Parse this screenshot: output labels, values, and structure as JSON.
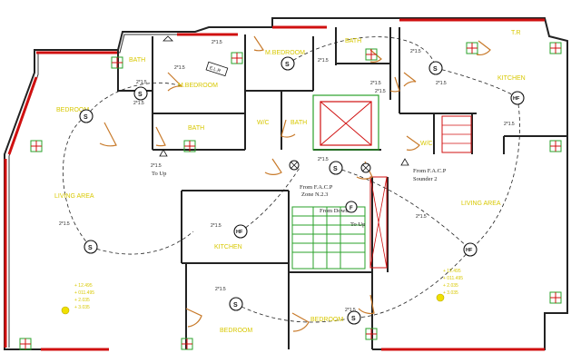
{
  "labels": {
    "tr": "T.R",
    "bath_top_left": "BATH",
    "m_bedroom_top": "M.BEDROOM",
    "bath_top_center": "BATH",
    "kitchen_right": "KITCHEN",
    "bedroom_left": "BEDROOM",
    "m_bedroom_left": "M.BEDROOM",
    "bath_left": "BATH",
    "wc_left": "W/C",
    "bath_center": "BATH",
    "wc_right": "W/C",
    "living_left": "LIVING AREA",
    "living_right": "LIVING AREA",
    "kitchen_left": "KITCHEN",
    "bedroom_bottom_left": "BEDROOM",
    "bedroom_bottom_center": "BEDROOM"
  },
  "symbols": {
    "smoke": "S",
    "heat": "HF",
    "fire_alarm": "F"
  },
  "notes": {
    "to_up_left": "To Up",
    "to_up_center": "To Up",
    "facp_sounder": "From F.A.C.P",
    "sounder_2": "Sounder 2",
    "facp_zone": "From F.A.C.P",
    "zone_label": "Zone N.2.3",
    "from_down": "From Down",
    "elr": "E.L.R"
  },
  "cables": {
    "c1": "2*1.5",
    "c2": "2*1.5",
    "c3": "2*1.5",
    "c4": "2*1.5",
    "c5": "2*1.5",
    "c6": "2*1.5",
    "c7": "2*1.5",
    "c8": "2*1.5",
    "c9": "2*1.5",
    "c10": "2*1.5",
    "c11": "2*1.5",
    "c12": "2*1.5",
    "c13": "2*1.5",
    "c14": "2*1.5",
    "c15": "2*1.5",
    "c16": "2*1.5",
    "c17": "2*1.5"
  },
  "levels": {
    "left_a": "+ 12.495",
    "left_b": "+ 011.495",
    "left_c": "+ 2.035",
    "left_d": "+ 3.035",
    "right_a": "+ 12.495",
    "right_b": "+ 011.495",
    "right_c": "+ 2.035",
    "right_d": "+ 3.035"
  },
  "colors": {
    "wall": "#222222",
    "exterior": "#d01010",
    "room_label": "#d8c800",
    "door": "#c87a2a",
    "stair": "#2aa02a"
  }
}
